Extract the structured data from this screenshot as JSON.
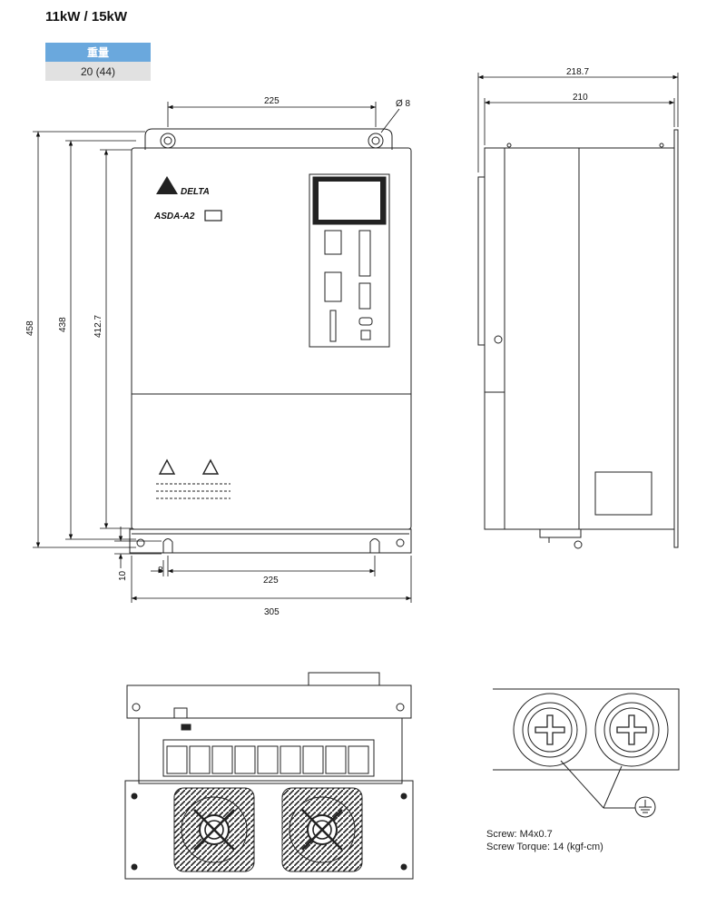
{
  "title": "11kW / 15kW",
  "weight_table": {
    "header": "重量",
    "value": "20 (44)"
  },
  "front_view": {
    "brand": "DELTA",
    "model": "ASDA-A2",
    "dims": {
      "top_hole_spacing": "225",
      "hole_diameter": "Ø 8",
      "height_total": "458",
      "height_body": "438",
      "height_inner": "412.7",
      "bottom_hole_spacing": "225",
      "slot_width": "8",
      "slot_offset": "10",
      "width": "305"
    }
  },
  "side_view": {
    "dims": {
      "depth_total": "218.7",
      "depth_body": "210"
    }
  },
  "screw_note": {
    "screw": "Screw: M4x0.7",
    "torque": "Screw Torque: 14 (kgf-cm)"
  }
}
